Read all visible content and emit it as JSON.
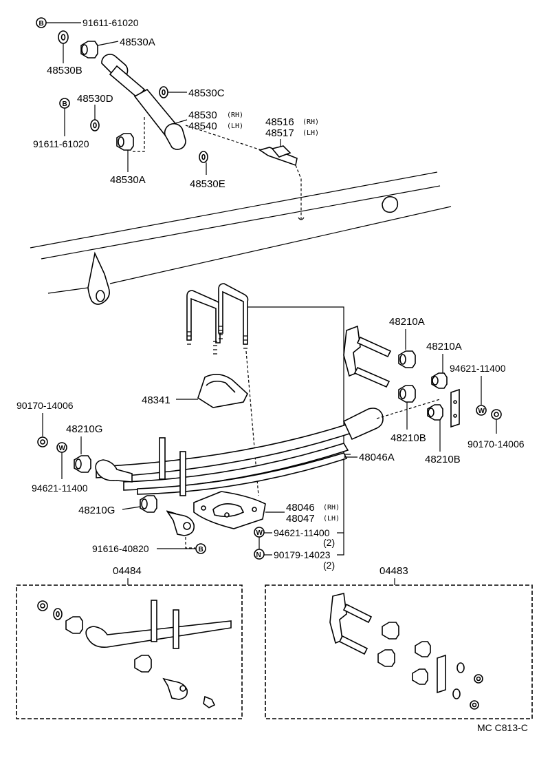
{
  "labels": {
    "b_91611_top": "91611-61020",
    "p48530A_top": "48530A",
    "p48530B": "48530B",
    "p48530C": "48530C",
    "p48530D": "48530D",
    "p48530": "48530",
    "p48540": "48540",
    "rh1": "(RH)",
    "lh1": "(LH)",
    "b_91611_left": "91611-61020",
    "p48530A_bot": "48530A",
    "p48530E": "48530E",
    "p48516": "48516",
    "p48517": "48517",
    "rh2": "(RH)",
    "lh2": "(LH)",
    "p48210A_1": "48210A",
    "p48210A_2": "48210A",
    "p94621_right": "94621-11400",
    "p90170_left": "90170-14006",
    "p48341": "48341",
    "p48210G_1": "48210G",
    "p94621_left": "94621-11400",
    "p48210B_1": "48210B",
    "p90170_right": "90170-14006",
    "p48046A": "48046A",
    "p48210B_2": "48210B",
    "p48210G_2": "48210G",
    "p48046": "48046",
    "p48047": "48047",
    "rh3": "(RH)",
    "lh3": "(LH)",
    "p94621_bot": "94621-11400",
    "qty1": "(2)",
    "p91616": "91616-40820",
    "p90179": "90179-14023",
    "qty2": "(2)",
    "kit_left": "04484",
    "kit_right": "04483",
    "footer": "MC  C813-C"
  },
  "markers": {
    "B": "B",
    "W": "W",
    "N": "N"
  }
}
